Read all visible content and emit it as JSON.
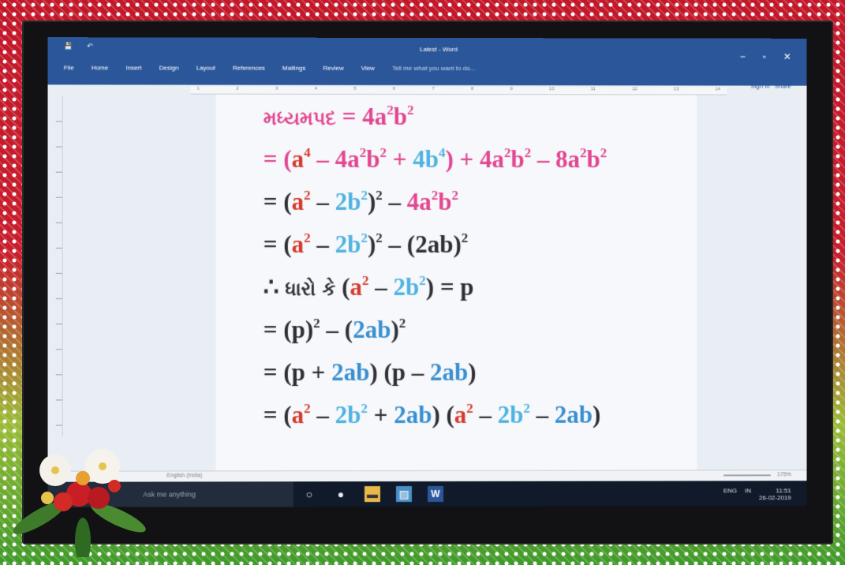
{
  "window": {
    "title": "Latest - Word",
    "minimize": "−",
    "maximize": "▫",
    "close": "✕"
  },
  "qat": {
    "save": "💾",
    "undo": "↶"
  },
  "ribbon_tabs": [
    "File",
    "Home",
    "Insert",
    "Design",
    "Layout",
    "References",
    "Mailings",
    "Review",
    "View"
  ],
  "tell_me": "Tell me what you want to do...",
  "share": {
    "signin": "Sign in",
    "share": "Share"
  },
  "document": {
    "line1": {
      "word": "મધ્યમપદ",
      "rest": " = 4a",
      "s1": "2",
      "b": "b",
      "s2": "2"
    },
    "line2": {
      "t1": "= (",
      "a": "a",
      "a_exp": "4",
      "m1": " – 4a",
      "m1_e": "2",
      "m1_b": "b",
      "m1_b_e": "2",
      "p": " + ",
      "b4": "4b",
      "b4_e": "4",
      "close": ") ",
      "plus": "+ 4a",
      "plus_e": "2",
      "plus_b": "b",
      "plus_b_e": "2",
      "minus": " – 8a",
      "minus_e": "2",
      "minus_b": "b",
      "minus_b_e": "2"
    },
    "line3": {
      "eq": "= (",
      "a": "a",
      "a_e": "2",
      "m": " – ",
      "b": "2b",
      "b_e": "2",
      "close": ")",
      "close_e": "2",
      "rest": " – ",
      "r2": "4a",
      "r2_e": "2",
      "r2_b": "b",
      "r2_b_e": "2"
    },
    "line4": {
      "eq": "= (",
      "a": "a",
      "a_e": "2",
      "m": " – ",
      "b": "2b",
      "b_e": "2",
      "close": ")",
      "close_e": "2",
      "rest": " – (2ab)",
      "rest_e": "2"
    },
    "line5": {
      "therefore": "∴ ",
      "gu": "ધારો કે",
      "open": " (",
      "a": "a",
      "a_e": "2",
      "m": " – ",
      "b": "2b",
      "b_e": "2",
      "close": ") = p"
    },
    "line6": {
      "t": "= (p)",
      "t_e": "2",
      "m": " – (",
      "ab": "2ab",
      "close": ")",
      "close_e": "2"
    },
    "line7": {
      "t": "= (p + ",
      "ab1": "2ab",
      "mid": ") (p – ",
      "ab2": "2ab",
      "close": ")"
    },
    "line8": {
      "t": "= (",
      "a1": "a",
      "a1_e": "2",
      "m1": " – ",
      "b1": "2b",
      "b1_e": "2",
      "p1": " + ",
      "ab1": "2ab",
      "c1": ") (",
      "a2": "a",
      "a2_e": "2",
      "m2": " – ",
      "b2": "2b",
      "b2_e": "2",
      "m3": " – ",
      "ab2": "2ab",
      "c2": ")"
    }
  },
  "status": {
    "left": "English (India)",
    "zoom": "175%"
  },
  "taskbar": {
    "search": "Ask me anything",
    "clock_time": "11:51",
    "clock_date": "26-02-2019",
    "tray_lang": "ENG",
    "tray_region": "IN"
  },
  "colors": {
    "accent": "#2b579a",
    "pink": "#e2468f",
    "red": "#d63a2c",
    "blue": "#3a8fd0"
  }
}
